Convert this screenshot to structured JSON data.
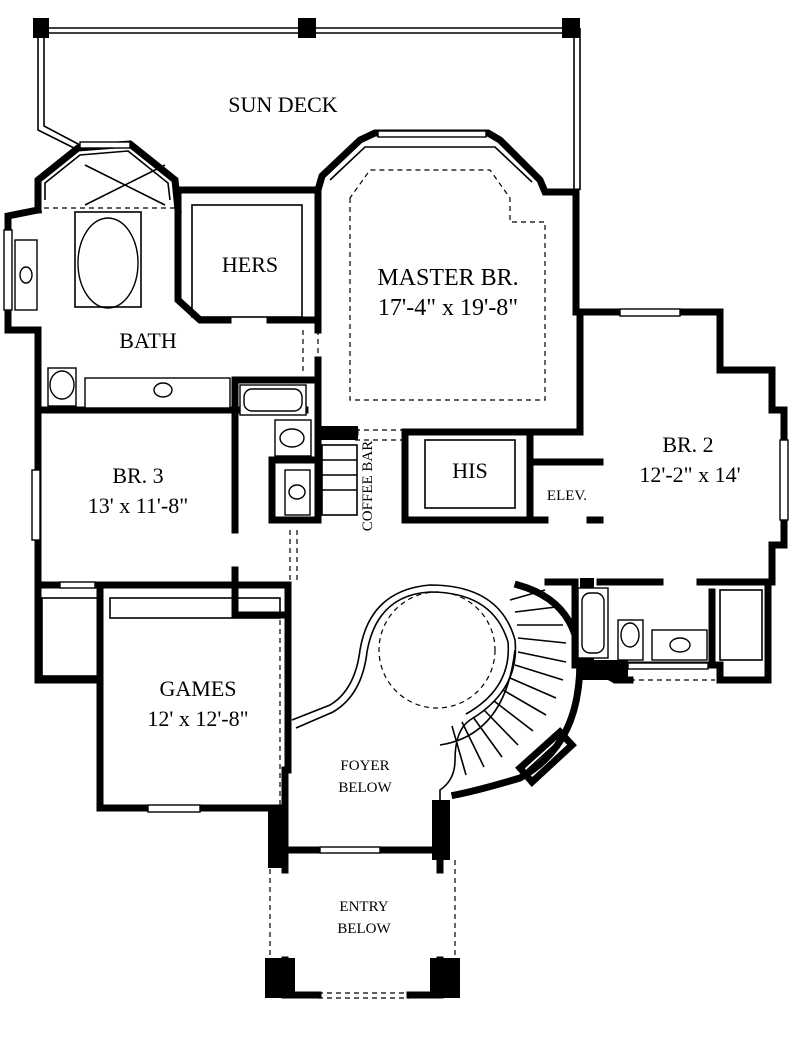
{
  "plan": {
    "rooms": {
      "sun_deck": {
        "name": "SUN DECK"
      },
      "master": {
        "name": "MASTER BR.",
        "size": "17'-4\" x 19'-8\""
      },
      "hers": {
        "name": "HERS"
      },
      "bath": {
        "name": "BATH"
      },
      "his": {
        "name": "HIS"
      },
      "coffee_bar": {
        "name": "COFFEE BAR"
      },
      "elev": {
        "name": "ELEV."
      },
      "br2": {
        "name": "BR. 2",
        "size": "12'-2\" x 14'"
      },
      "br3": {
        "name": "BR. 3",
        "size": "13' x 11'-8\""
      },
      "games": {
        "name": "GAMES",
        "size": "12' x 12'-8\""
      },
      "foyer": {
        "line1": "FOYER",
        "line2": "BELOW"
      },
      "entry": {
        "line1": "ENTRY",
        "line2": "BELOW"
      }
    }
  }
}
